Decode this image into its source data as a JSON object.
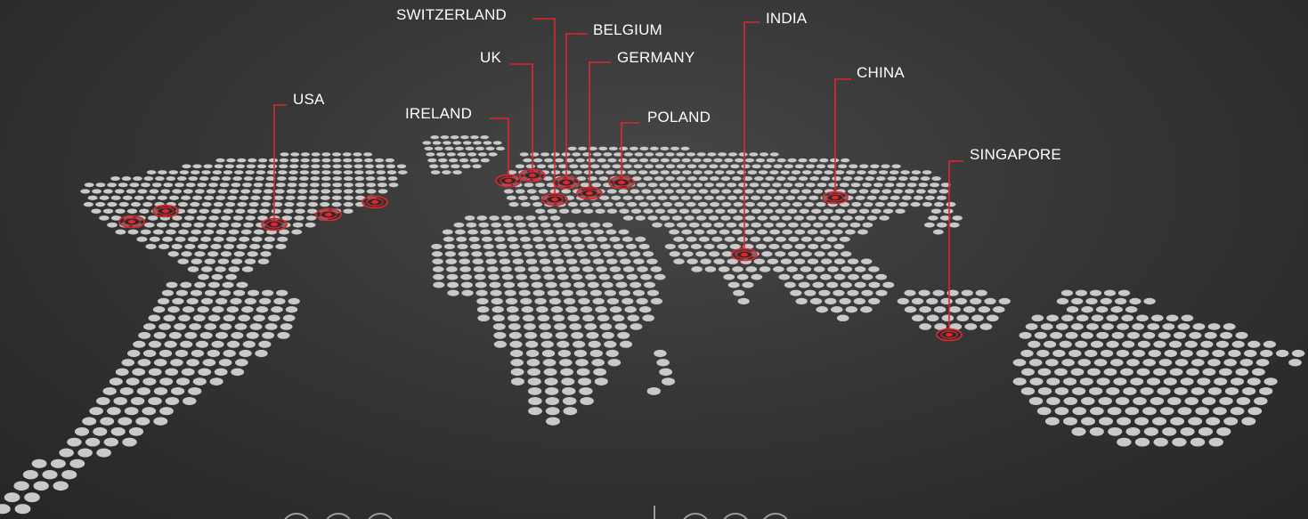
{
  "theme": {
    "background": "#333333",
    "dot_color": "#c9c9c9",
    "marker_color": "#e0252f",
    "label_color": "#ffffff"
  },
  "locations": [
    {
      "id": "usa",
      "label": "USA"
    },
    {
      "id": "ireland",
      "label": "IRELAND"
    },
    {
      "id": "uk",
      "label": "UK"
    },
    {
      "id": "switzerland",
      "label": "SWITZERLAND"
    },
    {
      "id": "belgium",
      "label": "BELGIUM"
    },
    {
      "id": "germany",
      "label": "GERMANY"
    },
    {
      "id": "poland",
      "label": "POLAND"
    },
    {
      "id": "india",
      "label": "INDIA"
    },
    {
      "id": "china",
      "label": "CHINA"
    },
    {
      "id": "singapore",
      "label": "SINGAPORE"
    }
  ]
}
